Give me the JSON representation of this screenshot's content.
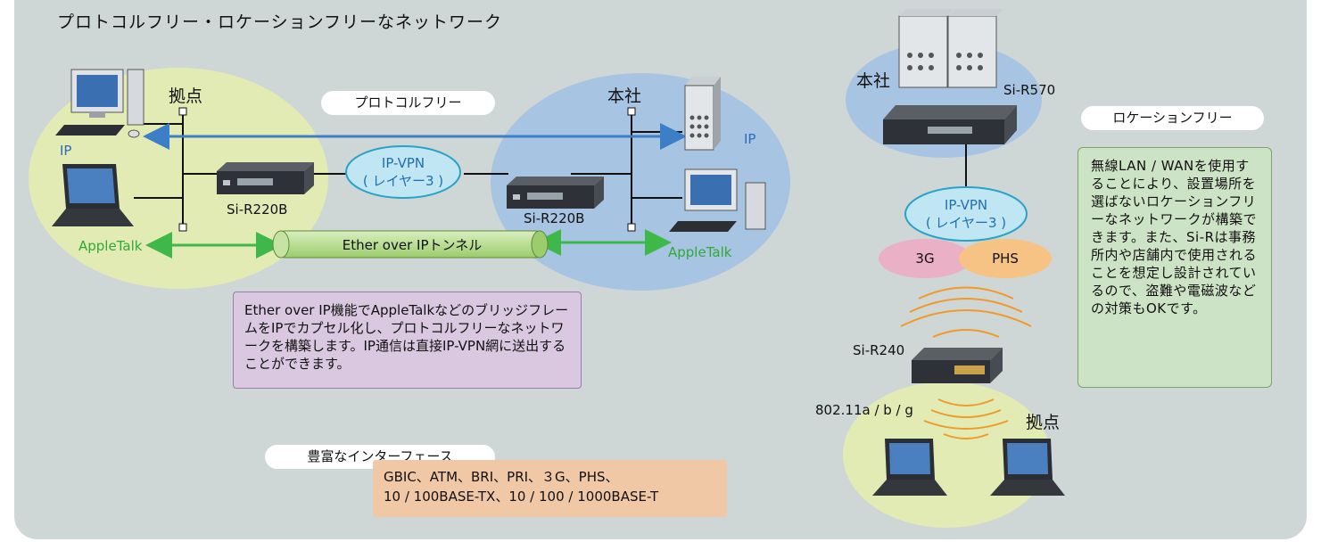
{
  "title": "プロトコルフリー・ロケーションフリーなネットワーク",
  "left_network": {
    "site_label": "拠点",
    "hq_label": "本社",
    "protocol_free_pill": "プロトコルフリー",
    "ip_left": "IP",
    "ip_right": "IP",
    "appletalk_left": "AppleTalk",
    "appletalk_right": "AppleTalk",
    "router_left": "Si-R220B",
    "router_right": "Si-R220B",
    "vpn_line1": "IP-VPN",
    "vpn_line2": "( レイヤー3 )",
    "tunnel_label": "Ether over IPトンネル",
    "note": "Ether over IP機能でAppleTalkなどのブリッジフレームをIPでカプセル化し、プロトコルフリーなネットワークを構築します。IP通信は直接IP-VPN網に送出することができます。"
  },
  "interfaces": {
    "pill": "豊富なインターフェース",
    "line1": "GBIC、ATM、BRI、PRI、３G、PHS、",
    "line2": "10 / 100BASE-TX、10 / 100 / 1000BASE-T"
  },
  "right_network": {
    "hq_label": "本社",
    "router_hq": "Si-R570",
    "location_free_pill": "ロケーションフリー",
    "vpn_line1": "IP-VPN",
    "vpn_line2": "( レイヤー3 )",
    "tag_3g": "3G",
    "tag_phs": "PHS",
    "router_site": "Si-R240",
    "wireless_std": "802.11a / b / g",
    "site_label": "拠点",
    "note": "無線LAN / WANを使用することにより、設置場所を選ばないロケーションフリーなネットワークが構築できます。また、Si-Rは事務所内や店舗内で使用されることを想定し設計されているので、盗難や電磁波などの対策もOKです。"
  },
  "colors": {
    "panel": "#cfd6d6",
    "site_oval": "#e3ebb4",
    "hq_oval": "#a7c4e2",
    "vpn_oval": "#bfe6f2",
    "vpn_border": "#27a3c9",
    "arrow_blue": "#3d7fc6",
    "arrow_green": "#3fb84a",
    "tunnel": "#b7dc8c",
    "tag_3g": "#eab0c6",
    "tag_phs": "#f6c384",
    "waves": "#f09a2a"
  }
}
